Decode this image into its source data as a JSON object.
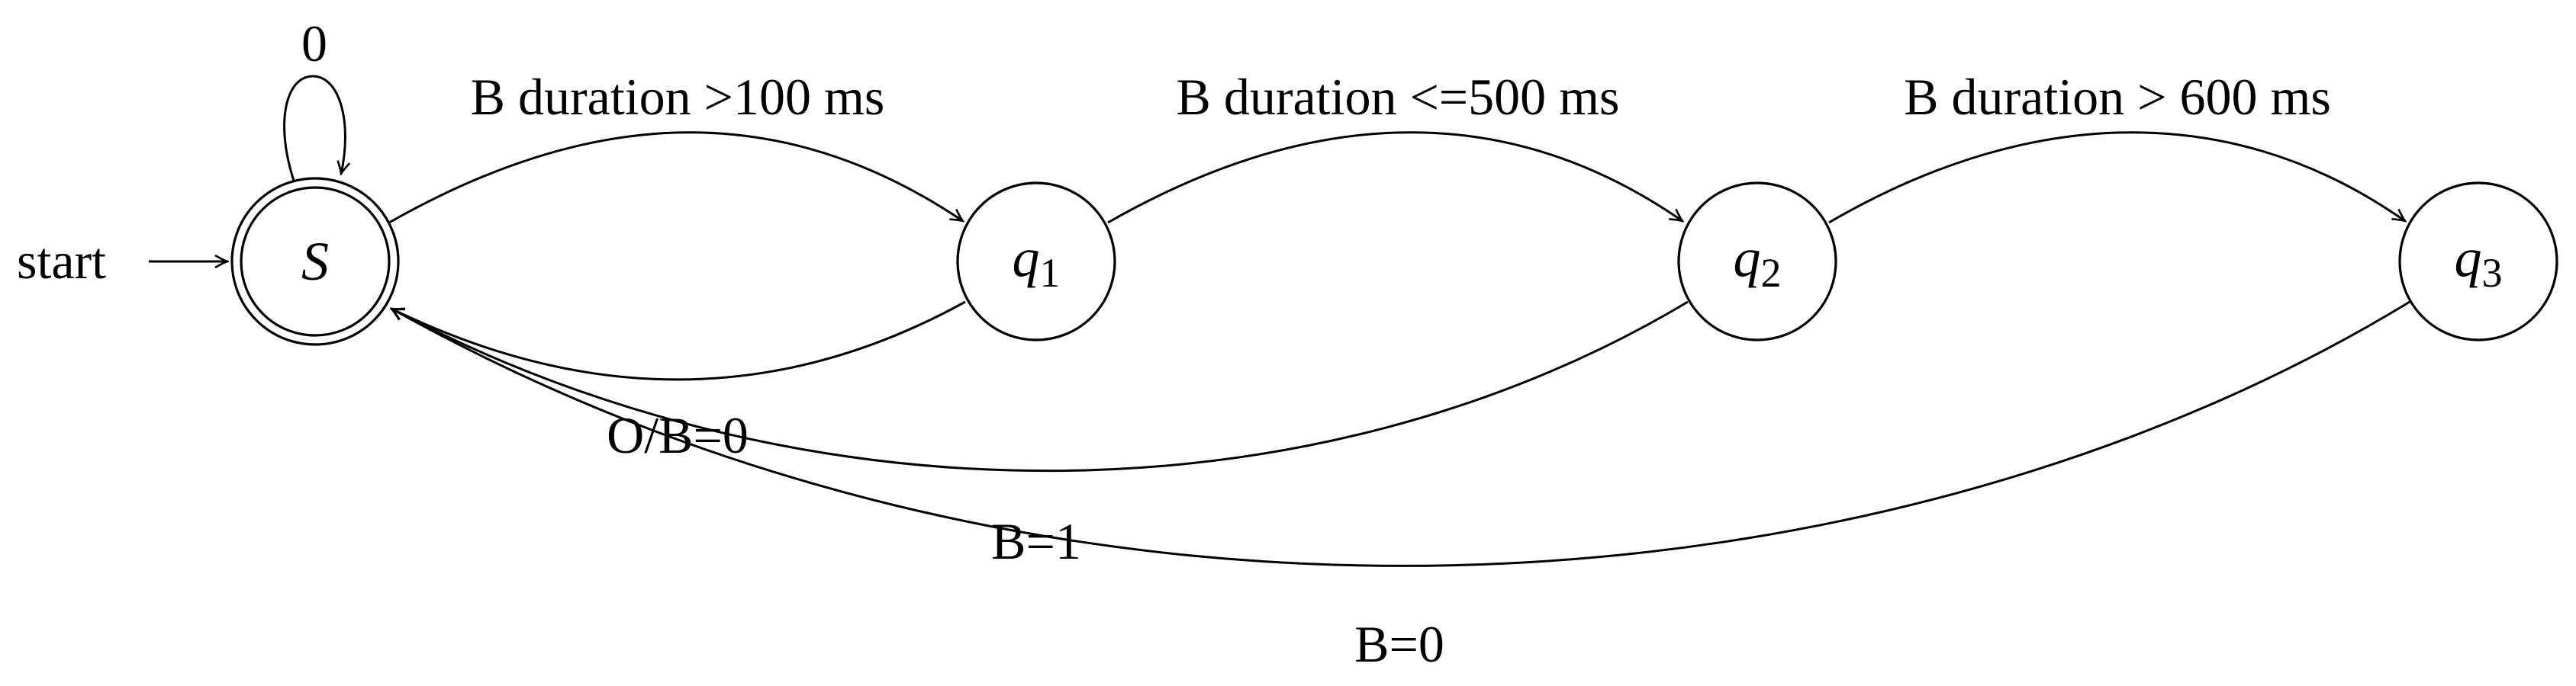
{
  "diagram": {
    "start_label": "start",
    "states": [
      {
        "id": "S",
        "name": "S",
        "sub": "",
        "accepting": true
      },
      {
        "id": "q1",
        "name": "q",
        "sub": "1",
        "accepting": false
      },
      {
        "id": "q2",
        "name": "q",
        "sub": "2",
        "accepting": false
      },
      {
        "id": "q3",
        "name": "q",
        "sub": "3",
        "accepting": false
      }
    ],
    "transitions": [
      {
        "id": "s-loop",
        "from": "S",
        "to": "S",
        "label": "0"
      },
      {
        "id": "s-q1",
        "from": "S",
        "to": "q1",
        "label": "B duration >100 ms"
      },
      {
        "id": "q1-q2",
        "from": "q1",
        "to": "q2",
        "label": "B duration <=500 ms"
      },
      {
        "id": "q2-q3",
        "from": "q2",
        "to": "q3",
        "label": "B duration > 600 ms"
      },
      {
        "id": "q1-s",
        "from": "q1",
        "to": "S",
        "label": "O/B=0"
      },
      {
        "id": "q2-s",
        "from": "q2",
        "to": "S",
        "label": "B=1"
      },
      {
        "id": "q3-s",
        "from": "q3",
        "to": "S",
        "label": "B=0"
      }
    ]
  }
}
